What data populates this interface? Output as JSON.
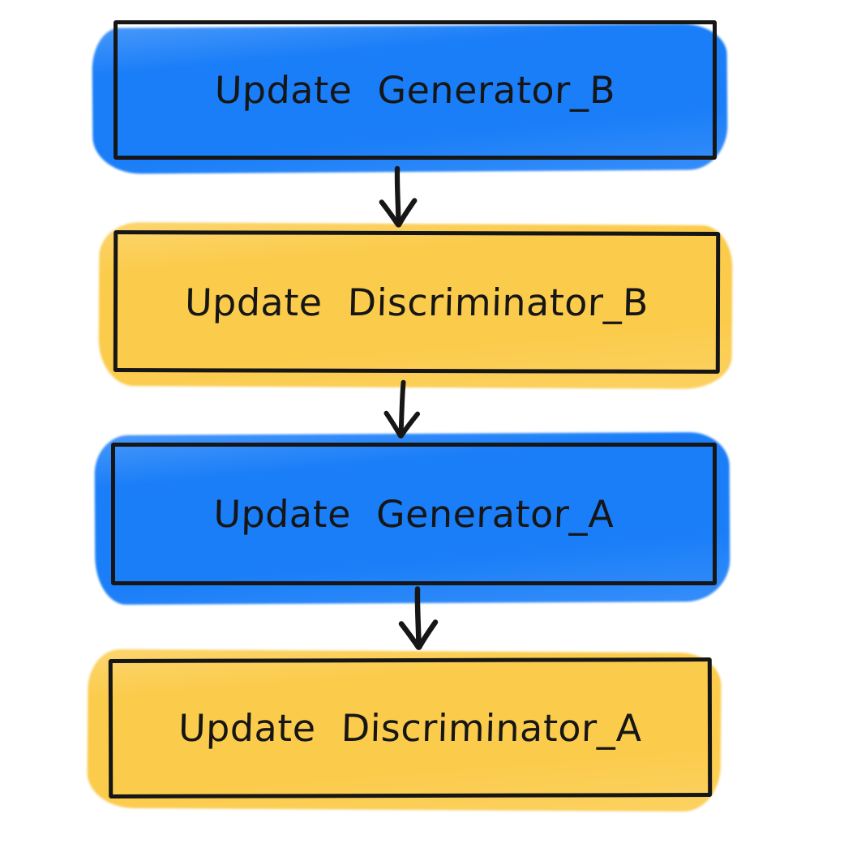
{
  "diagram": {
    "background": "#ffffff",
    "ink": "#161616",
    "style": "hand-drawn flowchart with marker highlights",
    "nodes": [
      {
        "id": "update-generator-b",
        "label": "Update Generator_B",
        "highlight_color": "#1a7ef8",
        "highlight_name": "blue"
      },
      {
        "id": "update-discriminator-b",
        "label": "Update Discriminator_B",
        "highlight_color": "#fbcb4b",
        "highlight_name": "yellow"
      },
      {
        "id": "update-generator-a",
        "label": "Update Generator_A",
        "highlight_color": "#1a7ef8",
        "highlight_name": "blue"
      },
      {
        "id": "update-discriminator-a",
        "label": "Update Discriminator_A",
        "highlight_color": "#fbcb4b",
        "highlight_name": "yellow"
      }
    ],
    "edges": [
      {
        "from": "update-generator-b",
        "to": "update-discriminator-b",
        "type": "arrow-down"
      },
      {
        "from": "update-discriminator-b",
        "to": "update-generator-a",
        "type": "arrow-down"
      },
      {
        "from": "update-generator-a",
        "to": "update-discriminator-a",
        "type": "arrow-down"
      }
    ]
  }
}
